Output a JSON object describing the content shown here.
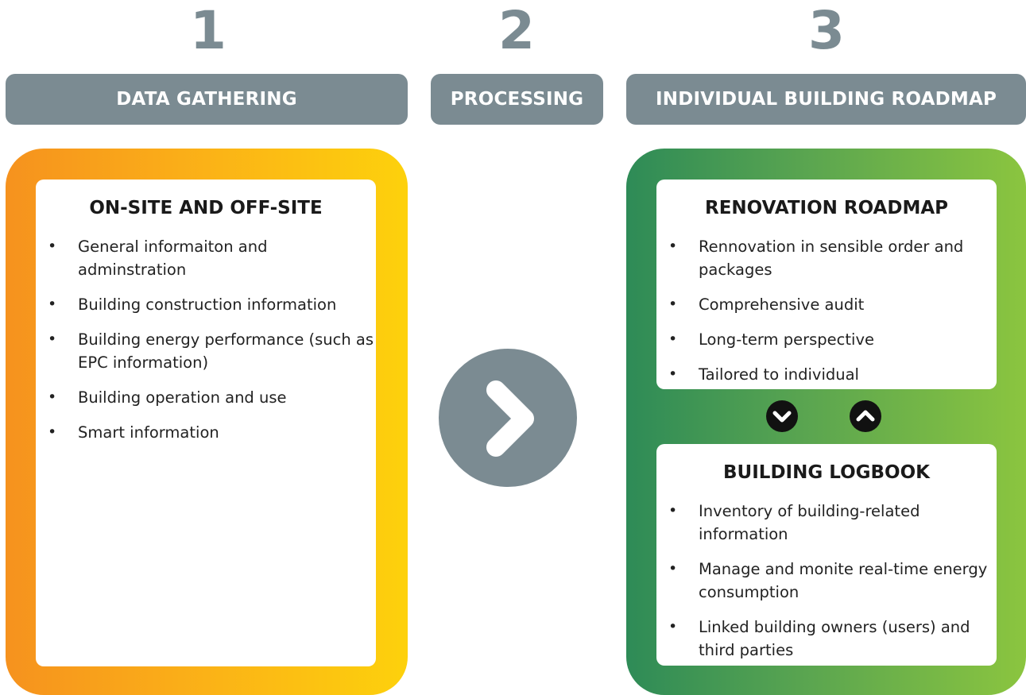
{
  "steps": [
    {
      "number": "1",
      "header": "DATA GATHERING"
    },
    {
      "number": "2",
      "header": "PROCESSING"
    },
    {
      "number": "3",
      "header": "INDIVIDUAL BUILDING ROADMAP"
    }
  ],
  "data_gathering": {
    "title": "ON-SITE AND OFF-SITE",
    "items": [
      "General informaiton and adminstration",
      "Building construction information",
      "Building energy performance (such as EPC information)",
      "Building operation and use",
      "Smart information"
    ]
  },
  "renovation_roadmap": {
    "title": "RENOVATION ROADMAP",
    "items": [
      "Rennovation in sensible order and packages",
      "Comprehensive audit",
      "Long-term perspective",
      "Tailored to individual"
    ]
  },
  "building_logbook": {
    "title": "BUILDING LOGBOOK",
    "items": [
      "Inventory of building-related information",
      "Manage and monite real-time energy consumption",
      "Linked building owners (users) and third parties"
    ]
  },
  "icons": {
    "processing_arrow": "chevron-right-icon",
    "down_toggle": "chevron-down-circle-icon",
    "up_toggle": "chevron-up-circle-icon"
  },
  "colors": {
    "slate": "#7b8b92",
    "orange_start": "#f6921e",
    "orange_end": "#fdd10c",
    "green_start": "#2e8b57",
    "green_end": "#8bc53f"
  },
  "bullet_glyph": "•"
}
